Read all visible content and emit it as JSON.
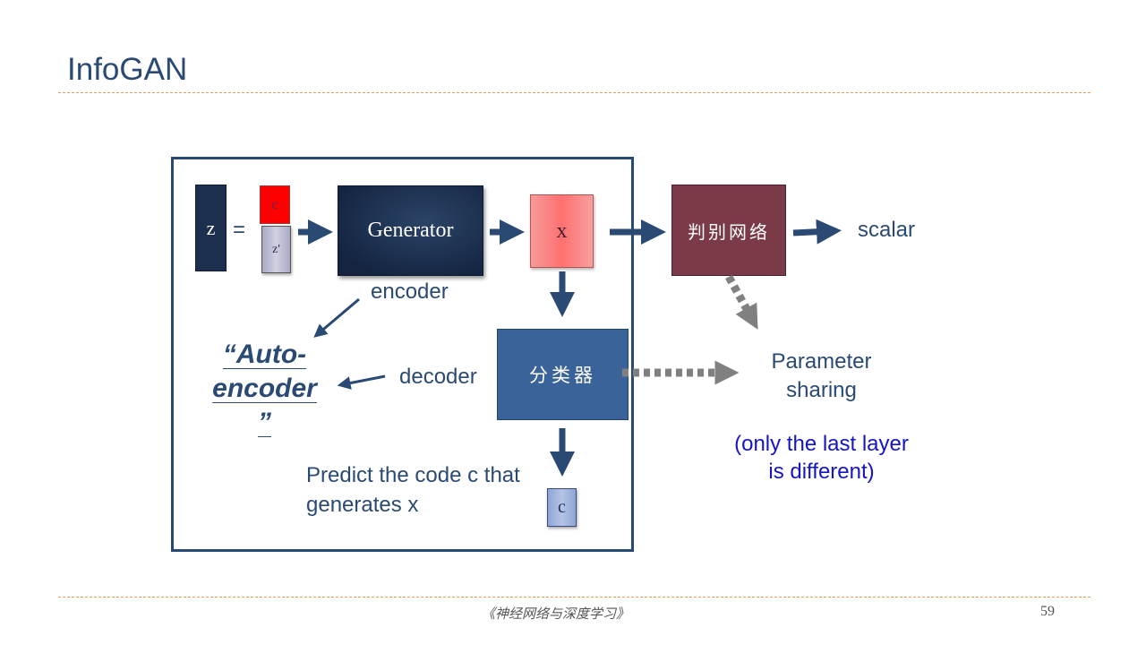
{
  "slide": {
    "title": "InfoGAN",
    "footer": "《神经网络与深度学习》",
    "page_number": "59"
  },
  "diagram": {
    "z_label": "z",
    "equals": "=",
    "c_label": "c",
    "z_prime_label": "z'",
    "generator_label": "Generator",
    "x_label": "x",
    "discriminator_label": "判别网络",
    "scalar_label": "scalar",
    "encoder_label": "encoder",
    "decoder_label": "decoder",
    "classifier_label": "分类器",
    "output_c_label": "c",
    "autoencoder_line1": "“Auto-",
    "autoencoder_line2": "encoder",
    "autoencoder_line3": "”",
    "predict_line1": "Predict the code c that",
    "predict_line2": "generates x",
    "param_line1": "Parameter",
    "param_line2": "sharing",
    "note_line1": "(only the last layer",
    "note_line2": "is different)",
    "colors": {
      "title": "#2a4a73",
      "generator": "#1c2f4f",
      "discriminator": "#7a3a48",
      "classifier": "#3a639a",
      "code_c": "#ff0000",
      "x_box": "#ff7f7f",
      "note": "#1515c8",
      "dotted_arrow": "#808080"
    }
  }
}
